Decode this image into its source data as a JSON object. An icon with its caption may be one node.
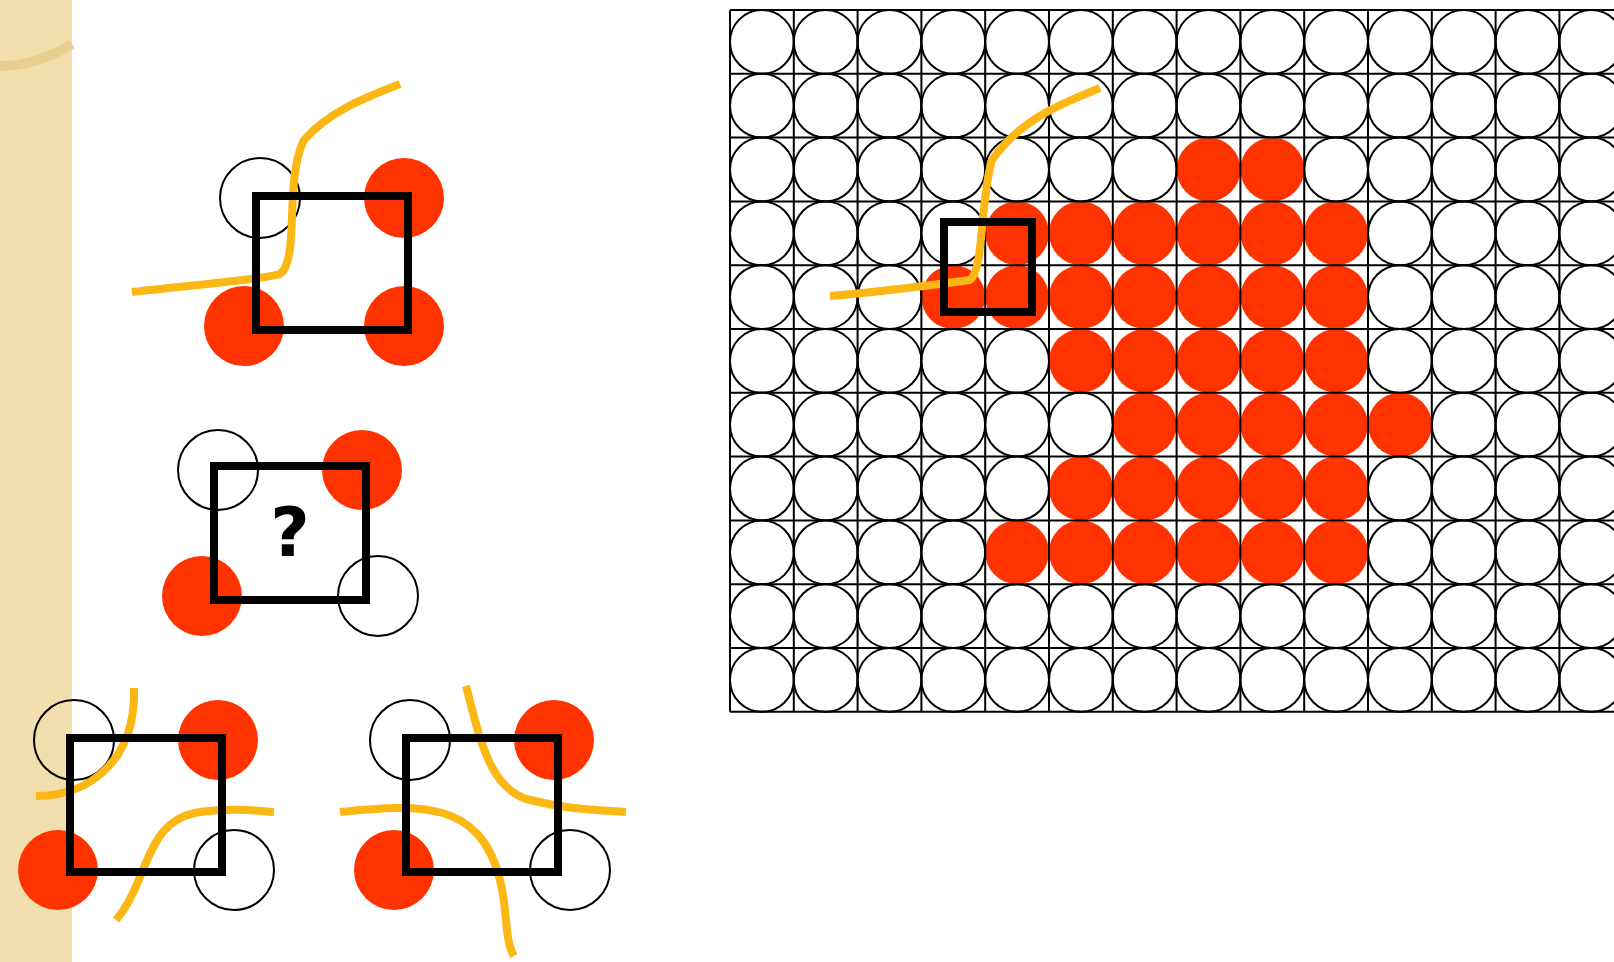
{
  "diagram": {
    "nodes": [
      {
        "text": [],
        "shape": "box"
      },
      {
        "text": [
          "?"
        ]
      },
      {
        "text": [],
        "shape": "box"
      },
      {
        "text": [],
        "shape": "box"
      },
      {
        "text": [],
        "shape": "box"
      }
    ]
  }
}
